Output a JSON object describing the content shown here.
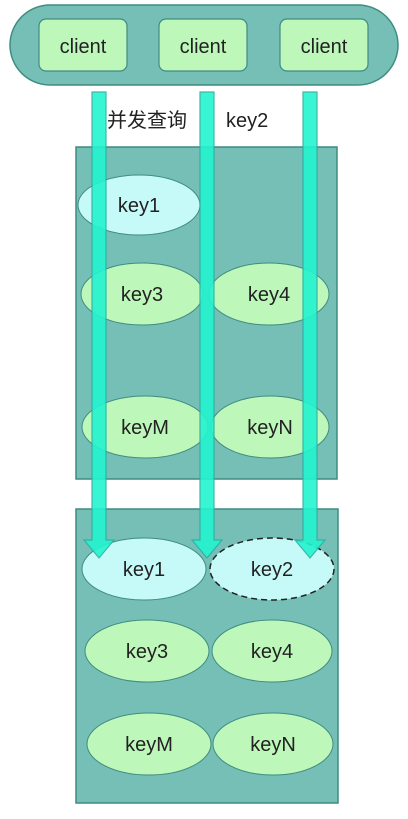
{
  "colors": {
    "client_bar_fill": "#76BFB6",
    "client_box_fill": "#BDF7B9",
    "block_fill": "#76BFB6",
    "key_green": "#BDF7B9",
    "key_cyan": "#C6FAF8",
    "arrow_fill": "#23F4CF",
    "arrow_stroke": "#2BB0A2",
    "border": "#3F8C80"
  },
  "clients": [
    "client",
    "client",
    "client"
  ],
  "annotations": {
    "query_label": "并发查询",
    "key_label": "key2"
  },
  "block1": {
    "key1": "key1",
    "key3": "key3",
    "key4": "key4",
    "keyM": "keyM",
    "keyN": "keyN"
  },
  "block2": {
    "key1": "key1",
    "key2": "key2",
    "key3": "key3",
    "key4": "key4",
    "keyM": "keyM",
    "keyN": "keyN"
  }
}
